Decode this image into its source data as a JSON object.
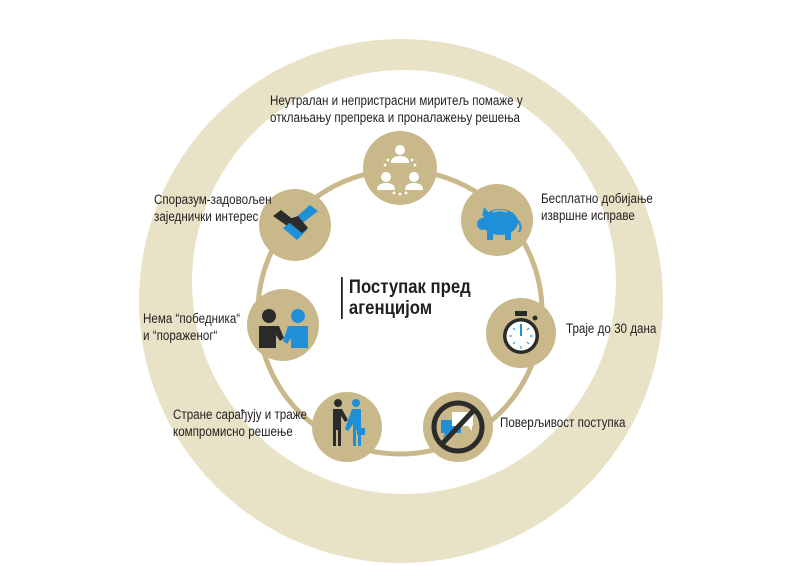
{
  "diagram": {
    "title_line1": "Поступак пред",
    "title_line2": "агенцијом",
    "colors": {
      "outer_ring": "#e8e2c6",
      "node_fill": "#c9b98a",
      "connector": "#c9b98a",
      "icon_dark": "#2b2b2b",
      "icon_blue": "#1f8fd8",
      "icon_white": "#ffffff",
      "text": "#231f20"
    },
    "nodes": [
      {
        "id": "mediator",
        "icon": "people-circle-icon",
        "line1": "Неутралан и непристрасни миритељ помаже у",
        "line2": "отклањању препрека и проналажењу решења"
      },
      {
        "id": "free",
        "icon": "piggy-bank-icon",
        "line1": "Бесплатно добијање",
        "line2": "извршне исправе"
      },
      {
        "id": "duration",
        "icon": "stopwatch-icon",
        "line1": "Траје до 30 дана",
        "line2": ""
      },
      {
        "id": "confidential",
        "icon": "no-chat-icon",
        "line1": "Поверљивост поступка",
        "line2": ""
      },
      {
        "id": "cooperation",
        "icon": "business-handshake-icon",
        "line1": "Стране сарађују и траже",
        "line2": "компромисно решење"
      },
      {
        "id": "no-winner",
        "icon": "two-people-icon",
        "line1": "Нема “победника“",
        "line2": "и “пораженог“"
      },
      {
        "id": "agreement",
        "icon": "handshake-icon",
        "line1": "Споразум-задовољен",
        "line2": "заједнички интерес"
      }
    ]
  }
}
